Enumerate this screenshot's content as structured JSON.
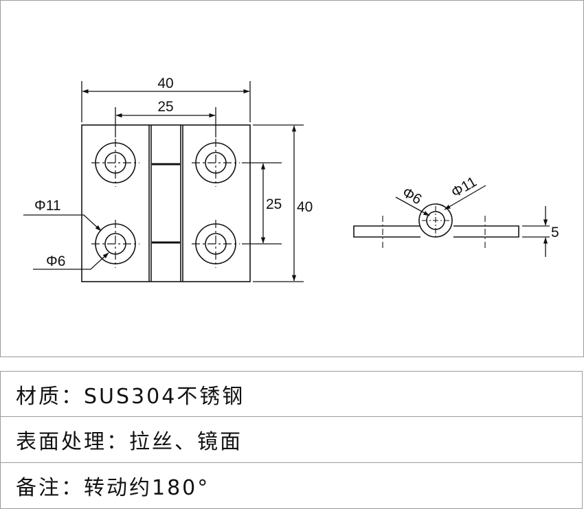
{
  "drawing": {
    "front_view": {
      "overall_width": "40",
      "hole_spacing_width": "25",
      "hole_spacing_height": "25",
      "overall_height": "40",
      "counterbore_diameter": "Φ11",
      "hole_diameter": "Φ6"
    },
    "side_view": {
      "pin_hole_diameter": "Φ6",
      "knuckle_diameter": "Φ11",
      "plate_thickness": "5"
    }
  },
  "specs": [
    {
      "text": "材质：SUS304不锈钢"
    },
    {
      "text": "表面处理：拉丝、镜面"
    },
    {
      "text": "备注：转动约180°"
    }
  ]
}
